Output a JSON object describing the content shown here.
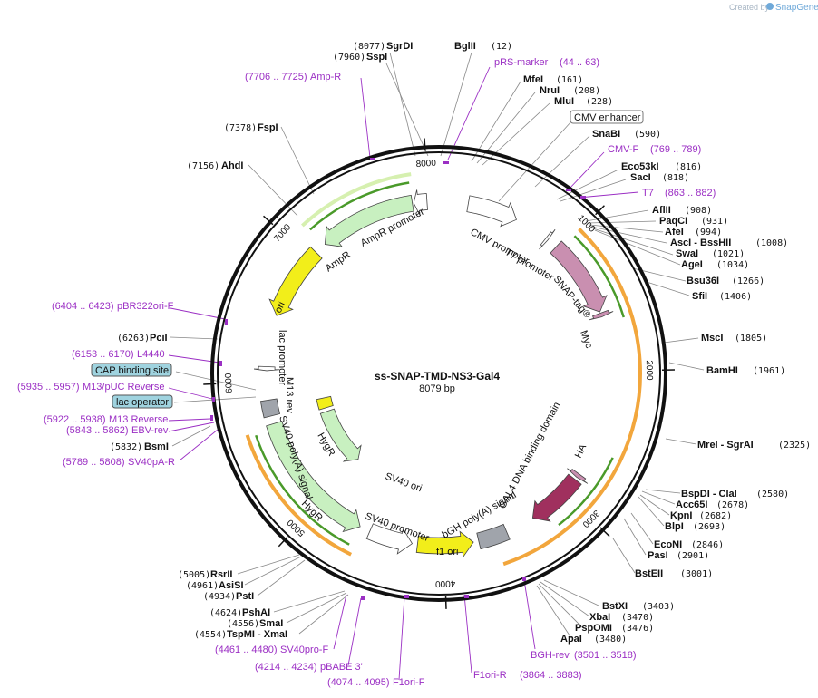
{
  "credit": {
    "prefix": "Created by",
    "brand": "SnapGene"
  },
  "plasmid": {
    "name": "ss-SNAP-TMD-NS3-Gal4",
    "length": "8079 bp",
    "total_bp": 8079
  },
  "ticks": [
    {
      "pos": 1000,
      "label": "1000"
    },
    {
      "pos": 2000,
      "label": "2000"
    },
    {
      "pos": 3000,
      "label": "3000"
    },
    {
      "pos": 4000,
      "label": "4000"
    },
    {
      "pos": 5000,
      "label": "5000"
    },
    {
      "pos": 6000,
      "label": "6000"
    },
    {
      "pos": 7000,
      "label": "7000"
    },
    {
      "pos": 8000,
      "label": "8000"
    }
  ],
  "features": [
    {
      "name": "CMV promoter",
      "start": 220,
      "end": 600,
      "color": "#ffffff",
      "strand": 1
    },
    {
      "name": "T7 promoter",
      "start": 860,
      "end": 880,
      "color": "#ffffff",
      "strand": 1
    },
    {
      "name": "SNAP-tag®",
      "start": 960,
      "end": 1550,
      "color": "#c98fb0",
      "strand": 1
    },
    {
      "name": "Myc",
      "start": 1560,
      "end": 1590,
      "color": "#c98fb0",
      "strand": 1
    },
    {
      "name": "HA",
      "start": 2820,
      "end": 2850,
      "color": "#c98fb0",
      "strand": 1
    },
    {
      "name": "GAL4 DNA binding domain",
      "start": 2870,
      "end": 3300,
      "color": "#a0305e",
      "strand": 1
    },
    {
      "name": "bGH poly(A) signal",
      "start": 3520,
      "end": 3740,
      "color": "#a0a4ab",
      "strand": 0
    },
    {
      "name": "f1 ori",
      "start": 3780,
      "end": 4200,
      "color": "#f2ee1a",
      "strand": -1
    },
    {
      "name": "SV40 promoter",
      "start": 4240,
      "end": 4570,
      "color": "#ffffff",
      "strand": -1
    },
    {
      "name": "HygR",
      "start": 4650,
      "end": 5680,
      "color": "#c8f0c0",
      "strand": -1
    },
    {
      "name": "SV40 poly(A) signal",
      "start": 5740,
      "end": 5860,
      "color": "#a0a4ab",
      "strand": 0
    },
    {
      "name": "lac promoter",
      "start": 6080,
      "end": 6110,
      "color": "#ffffff",
      "strand": -1
    },
    {
      "name": "ori",
      "start": 6500,
      "end": 7060,
      "color": "#f2ee1a",
      "strand": -1
    },
    {
      "name": "AmpR",
      "start": 7150,
      "end": 7880,
      "color": "#c8f0c0",
      "strand": -1
    },
    {
      "name": "AmpR promoter",
      "start": 7890,
      "end": 7990,
      "color": "#ffffff",
      "strand": -1
    }
  ],
  "inner_features": [
    {
      "name": "HygR",
      "start": 5010,
      "end": 5640,
      "color": "#c8f0c0",
      "strand": -1
    },
    {
      "name": "SV40 ori",
      "start": 5680,
      "end": 5790,
      "color": "#f2ee1a",
      "strand": 0
    }
  ],
  "enzymes": [
    {
      "name": "BglII",
      "pos": "(12)",
      "side": "right"
    },
    {
      "name": "MfeI",
      "pos": "(161)",
      "side": "right"
    },
    {
      "name": "NruI",
      "pos": "(208)",
      "side": "right"
    },
    {
      "name": "MluI",
      "pos": "(228)",
      "side": "right"
    },
    {
      "name": "SnaBI",
      "pos": "(590)",
      "side": "right"
    },
    {
      "name": "Eco53kI",
      "pos": "(816)",
      "side": "right"
    },
    {
      "name": "SacI",
      "pos": "(818)",
      "side": "right"
    },
    {
      "name": "AflII",
      "pos": "(908)",
      "side": "right"
    },
    {
      "name": "PaqCI",
      "pos": "(931)",
      "side": "right"
    },
    {
      "name": "AfeI",
      "pos": "(994)",
      "side": "right"
    },
    {
      "name": "AscI - BssHII",
      "pos": "(1008)",
      "side": "right"
    },
    {
      "name": "SwaI",
      "pos": "(1021)",
      "side": "right"
    },
    {
      "name": "AgeI",
      "pos": "(1034)",
      "side": "right"
    },
    {
      "name": "Bsu36I",
      "pos": "(1266)",
      "side": "right"
    },
    {
      "name": "SfiI",
      "pos": "(1406)",
      "side": "right"
    },
    {
      "name": "MscI",
      "pos": "(1805)",
      "side": "right"
    },
    {
      "name": "BamHI",
      "pos": "(1961)",
      "side": "right"
    },
    {
      "name": "MreI - SgrAI",
      "pos": "(2325)",
      "side": "right"
    },
    {
      "name": "BspDI - ClaI",
      "pos": "(2580)",
      "side": "right"
    },
    {
      "name": "Acc65I",
      "pos": "(2678)",
      "side": "right"
    },
    {
      "name": "KpnI",
      "pos": "(2682)",
      "side": "right"
    },
    {
      "name": "BlpI",
      "pos": "(2693)",
      "side": "right"
    },
    {
      "name": "EcoNI",
      "pos": "(2846)",
      "side": "right"
    },
    {
      "name": "PasI",
      "pos": "(2901)",
      "side": "right"
    },
    {
      "name": "BstEII",
      "pos": "(3001)",
      "side": "right"
    },
    {
      "name": "BstXI",
      "pos": "(3403)",
      "side": "right"
    },
    {
      "name": "XbaI",
      "pos": "(3470)",
      "side": "right"
    },
    {
      "name": "PspOMI",
      "pos": "(3476)",
      "side": "right"
    },
    {
      "name": "ApaI",
      "pos": "(3480)",
      "side": "right"
    },
    {
      "name": "RsrII",
      "pos": "(5005)",
      "side": "left"
    },
    {
      "name": "AsiSI",
      "pos": "(4961)",
      "side": "left"
    },
    {
      "name": "PstI",
      "pos": "(4934)",
      "side": "left"
    },
    {
      "name": "PshAI",
      "pos": "(4624)",
      "side": "left"
    },
    {
      "name": "SmaI",
      "pos": "(4556)",
      "side": "left"
    },
    {
      "name": "TspMI - XmaI",
      "pos": "(4554)",
      "side": "left"
    },
    {
      "name": "BsmI",
      "pos": "(5832)",
      "side": "left"
    },
    {
      "name": "PciI",
      "pos": "(6263)",
      "side": "left"
    },
    {
      "name": "AhdI",
      "pos": "(7156)",
      "side": "left"
    },
    {
      "name": "FspI",
      "pos": "(7378)",
      "side": "left"
    },
    {
      "name": "SspI",
      "pos": "(7960)",
      "side": "left"
    },
    {
      "name": "SgrDI",
      "pos": "(8077)",
      "side": "left"
    }
  ],
  "primers": [
    {
      "name": "pRS-marker",
      "range": "(44 .. 63)"
    },
    {
      "name": "CMV-F",
      "range": "(769 .. 789)"
    },
    {
      "name": "T7",
      "range": "(863 .. 882)"
    },
    {
      "name": "BGH-rev",
      "range": "(3501 .. 3518)"
    },
    {
      "name": "F1ori-R",
      "range": "(3864 .. 3883)"
    },
    {
      "name": "F1ori-F",
      "range": "(4074 .. 4095)"
    },
    {
      "name": "pBABE 3'",
      "range": "(4214 .. 4234)"
    },
    {
      "name": "SV40pro-F",
      "range": "(4461 .. 4480)"
    },
    {
      "name": "SV40pA-R",
      "range": "(5789 .. 5808)"
    },
    {
      "name": "EBV-rev",
      "range": "(5843 .. 5862)"
    },
    {
      "name": "M13 Reverse",
      "range": "(5922 .. 5938)"
    },
    {
      "name": "M13/pUC Reverse",
      "range": "(5935 .. 5957)"
    },
    {
      "name": "L4440",
      "range": "(6153 .. 6170)"
    },
    {
      "name": "pBR322ori-F",
      "range": "(6404 .. 6423)"
    },
    {
      "name": "Amp-R",
      "range": "(7706 .. 7725)"
    }
  ],
  "boxed": [
    {
      "name": "CMV enhancer"
    },
    {
      "name": "CAP binding site"
    },
    {
      "name": "lac operator"
    }
  ],
  "small_labels": {
    "m13rev": "M13 rev"
  }
}
